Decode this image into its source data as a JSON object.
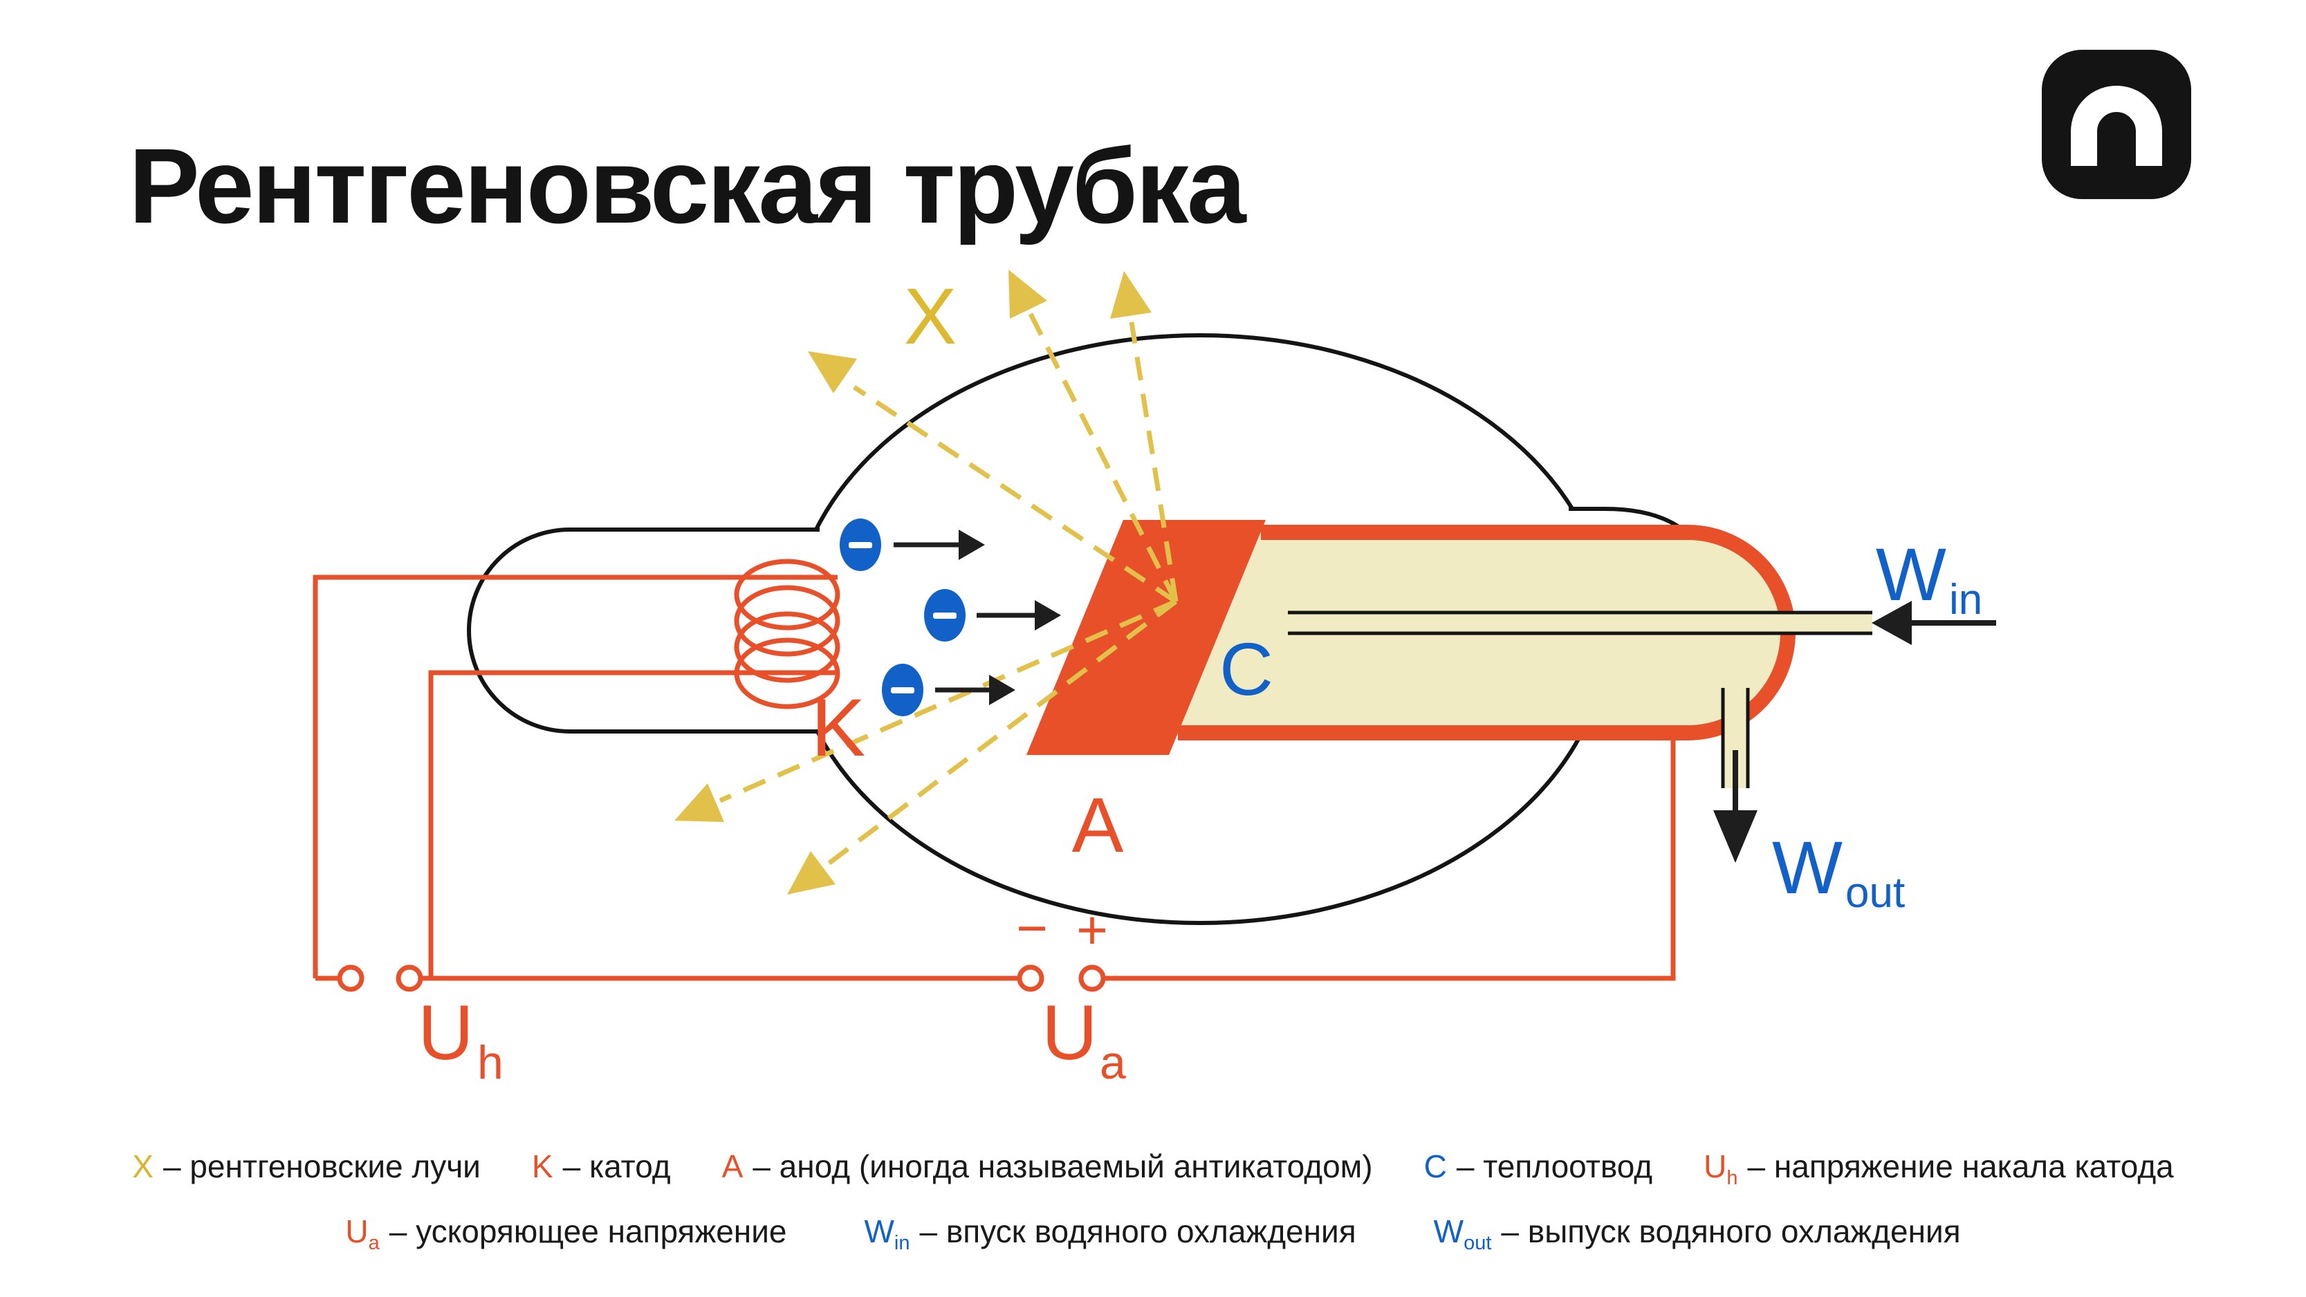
{
  "header": {
    "title": "Рентгеновская трубка"
  },
  "colors": {
    "accent_red": "#E8502A",
    "accent_blue": "#1161C8",
    "xray_yellow": "#E2C14B",
    "heatsink_cream": "#F1EBC4",
    "ink": "#141414"
  },
  "diagram": {
    "xray_label": "X",
    "cathode_label": "K",
    "anode_label": "A",
    "heatsink_label": "C",
    "w_base": "W",
    "w_in_sub": "in",
    "w_out_sub": "out",
    "u_base": "U",
    "u_h_sub": "h",
    "u_a_sub": "а",
    "minus_sign": "−",
    "plus_sign": "+"
  },
  "legend": {
    "row1": [
      {
        "key": "X",
        "sub": "",
        "text": "– рентгеновские лучи"
      },
      {
        "key": "K",
        "sub": "",
        "text": "– катод"
      },
      {
        "key": "A",
        "sub": "",
        "text": "– анод (иногда называемый антикатодом)"
      },
      {
        "key": "C",
        "sub": "",
        "text": "– теплоотвод"
      },
      {
        "key": "U",
        "sub": "h",
        "text": "– напряжение накала катода"
      }
    ],
    "row2": [
      {
        "key": "U",
        "sub": "а",
        "text": "– ускоряющее напряжение"
      },
      {
        "key": "W",
        "sub": "in",
        "text": "– впуск водяного охлаждения"
      },
      {
        "key": "W",
        "sub": "out",
        "text": "– выпуск водяного охлаждения"
      }
    ]
  }
}
